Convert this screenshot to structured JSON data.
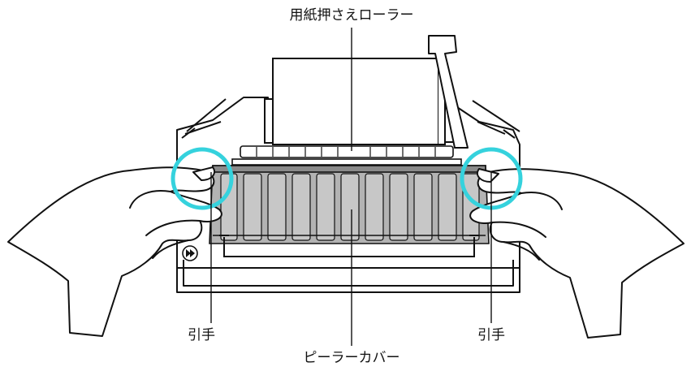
{
  "labels": {
    "top_roller": "用紙押さえローラー",
    "handle_left": "引手",
    "handle_right": "引手",
    "bottom_cover": "ピーラーカバー"
  },
  "colors": {
    "line": "#111111",
    "cover_gray": "#b3b3b3",
    "cover_dark": "#8a8a8a",
    "highlight_ring": "#35d2dd",
    "background": "#ffffff"
  },
  "icons": {
    "feed_button": "double-triangle-icon"
  }
}
